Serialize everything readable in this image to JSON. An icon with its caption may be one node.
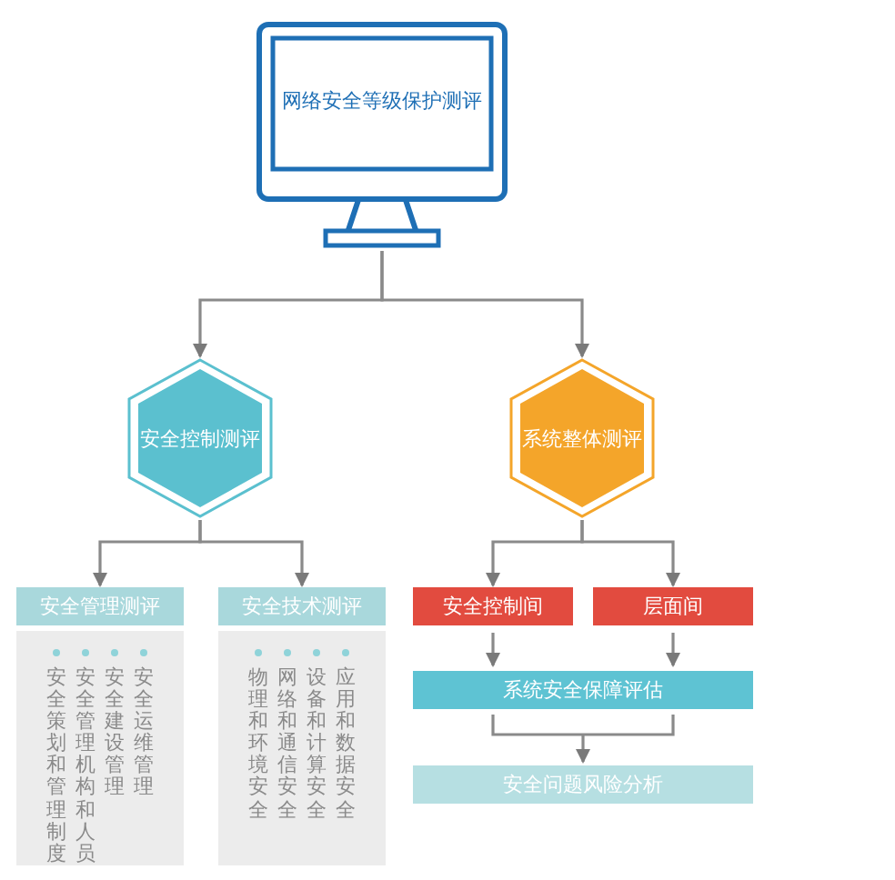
{
  "diagram": {
    "nodes": [
      {
        "text": [
          "网络安全等级保护测评"
        ]
      },
      {
        "text": [
          "安全控制测评"
        ]
      },
      {
        "text": [
          "系统整体测评"
        ]
      },
      {
        "text": [
          "安全管理测评"
        ]
      },
      {
        "text": [
          "安全策划和管理制度",
          "安全管理机构和人员",
          "安全建设管理",
          "安全运维管理"
        ]
      },
      {
        "text": [
          "安全技术测评"
        ]
      },
      {
        "text": [
          "物理和环境安全",
          "网络和通信安全",
          "设备和计算安全",
          "应用和数据安全"
        ]
      },
      {
        "text": [
          "安全控制间"
        ]
      },
      {
        "text": [
          "层面间"
        ]
      },
      {
        "text": [
          "系统安全保障评估"
        ]
      },
      {
        "text": [
          "安全问题风险分析"
        ]
      }
    ],
    "edges": [
      {
        "from": 0,
        "to": 1,
        "arrow": "to"
      },
      {
        "from": 0,
        "to": 2,
        "arrow": "to"
      },
      {
        "from": 1,
        "to": 3,
        "arrow": "to"
      },
      {
        "from": 1,
        "to": 5,
        "arrow": "to"
      },
      {
        "from": 2,
        "to": 7,
        "arrow": "to"
      },
      {
        "from": 2,
        "to": 8,
        "arrow": "to"
      },
      {
        "from": 7,
        "to": 9,
        "arrow": "to"
      },
      {
        "from": 8,
        "to": 9,
        "arrow": "to"
      },
      {
        "from": 9,
        "to": 10,
        "arrow": "to"
      }
    ]
  }
}
